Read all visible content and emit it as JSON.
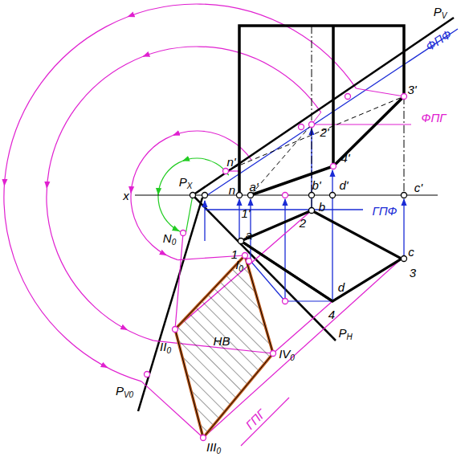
{
  "diagram": {
    "labels": [
      "PV",
      "ФПФ",
      "3'",
      "ФПГ",
      "2'",
      "n'",
      "4'",
      "PX",
      "n",
      "a'",
      "b'",
      "d'",
      "c'",
      "x",
      "1'",
      "ГПФ",
      "2",
      "b",
      "N0",
      "a",
      "1",
      "I0",
      "c",
      "3",
      "d",
      "4",
      "II0",
      "НВ",
      "IV0",
      "PH",
      "PV0",
      "III0",
      "ГПГ"
    ]
  }
}
